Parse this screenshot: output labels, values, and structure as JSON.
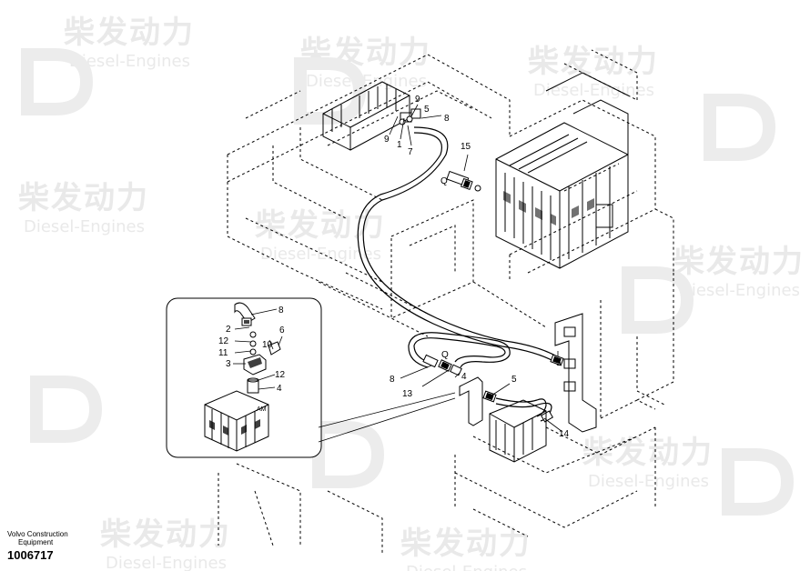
{
  "watermark": {
    "chinese": "柴发动力",
    "english": "Diesel-Engines"
  },
  "brand": {
    "line1": "Volvo Construction",
    "line2": "Equipment",
    "part_number": "1006717"
  },
  "callouts": {
    "main": [
      "9",
      "5",
      "8",
      "1",
      "9",
      "7",
      "15",
      "Q",
      "Q",
      "8",
      "4",
      "13",
      "5",
      "14",
      "5"
    ],
    "inset": [
      "8",
      "2",
      "12",
      "6",
      "11",
      "10",
      "3",
      "12",
      "4",
      "AM"
    ]
  }
}
